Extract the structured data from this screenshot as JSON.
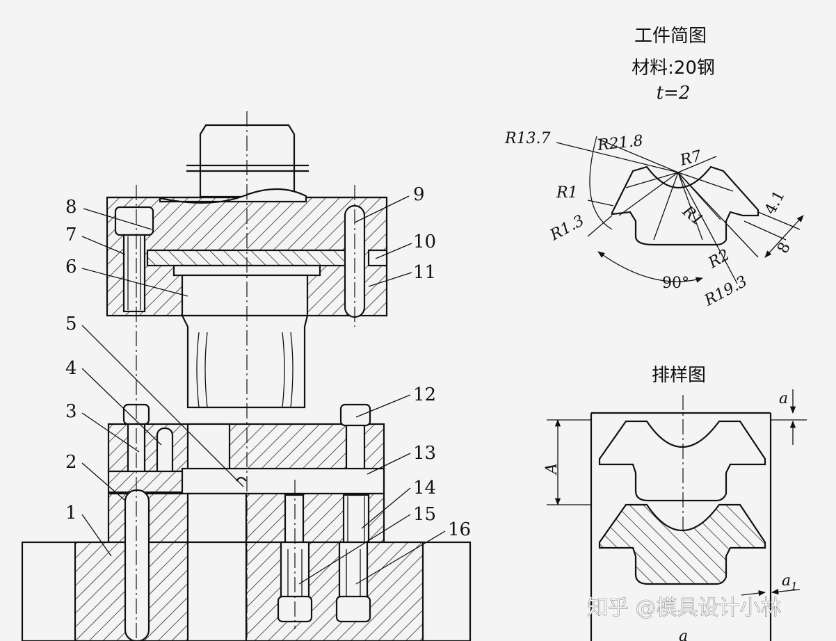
{
  "workpiece": {
    "title": "工件简图",
    "material": "材料:20钢",
    "thickness": "t=2"
  },
  "layout": {
    "title": "排样图"
  },
  "dimensions": {
    "r13_7": "R13.7",
    "r21_8": "R21.8",
    "r7": "R7",
    "r1_left": "R1",
    "r1_3": "R1.3",
    "r1_right": "R1",
    "r2": "R2",
    "r19_3": "R19.3",
    "d4_1": "4.1",
    "d8": "8",
    "angle90": "90°",
    "A": "A",
    "a": "a",
    "a1": "a",
    "a1_sub": "1",
    "bottom": "a"
  },
  "part_numbers": [
    "1",
    "2",
    "3",
    "4",
    "5",
    "6",
    "7",
    "8",
    "9",
    "10",
    "11",
    "12",
    "13",
    "14",
    "15",
    "16"
  ],
  "watermark": "知乎 @模具设计小林"
}
